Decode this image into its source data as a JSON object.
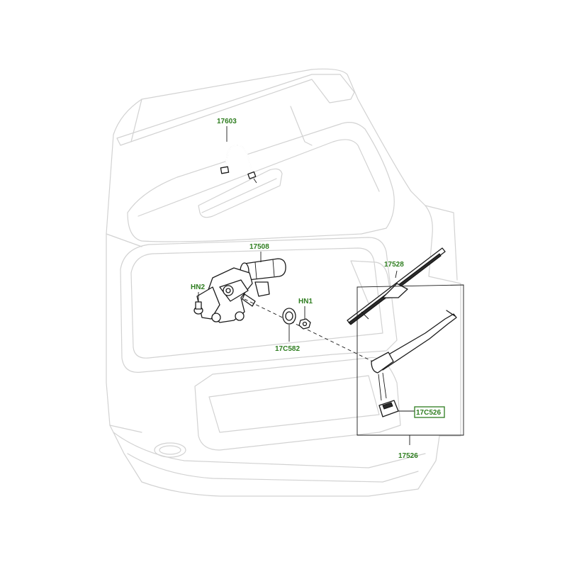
{
  "diagram": {
    "callouts": {
      "linkage_hose": "17603",
      "wiper_motor": "17508",
      "wiper_blade": "17528",
      "bolt_hn2": "HN2",
      "nut_hn1": "HN1",
      "grommet": "17C582",
      "arm_cap": "17C526",
      "wiper_arm_assembly": "17526"
    },
    "colors": {
      "callout_text": "#2e7d1f",
      "ghost_outline": "#d2d2d2",
      "part_outline": "#1a1a1a"
    }
  }
}
